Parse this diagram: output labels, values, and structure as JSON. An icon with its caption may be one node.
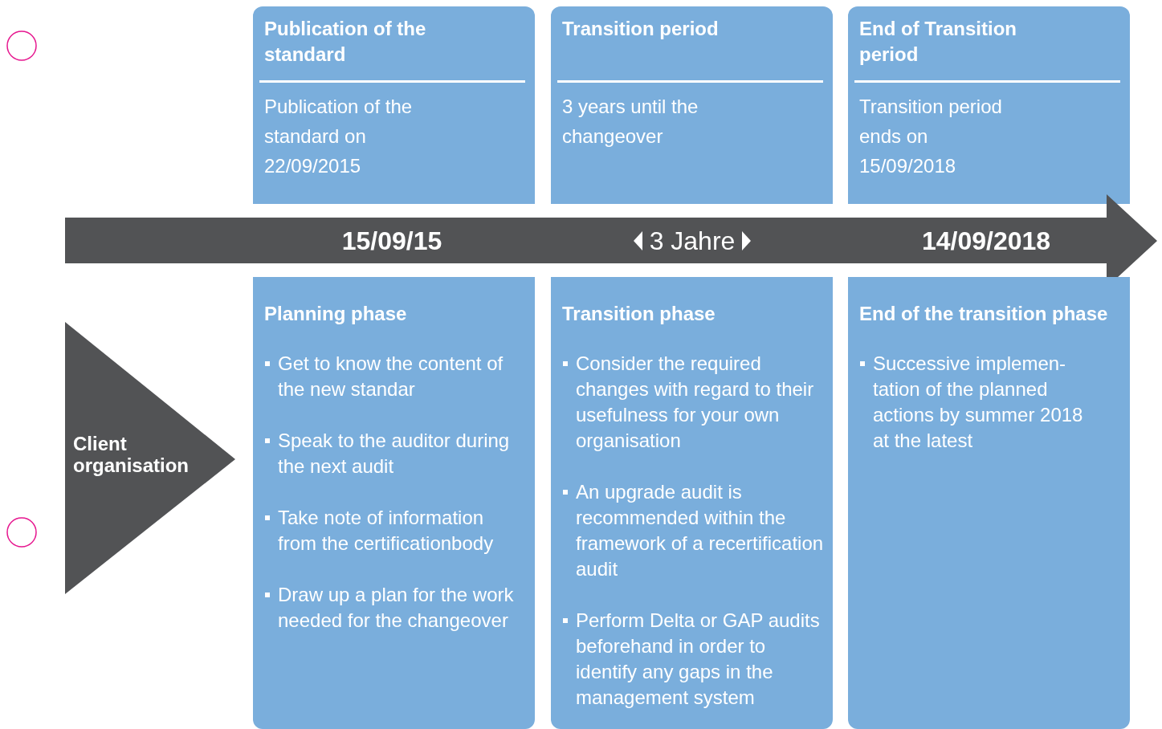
{
  "diagram": {
    "nodes": [
      {
        "text": [
          "Publication of the standard",
          "Publication of the standard on 22/09/2015"
        ]
      },
      {
        "text": [
          "Transition period",
          "3 years until the changeover"
        ]
      },
      {
        "text": [
          "End of Transition period",
          "Transition period ends on 15/09/2018"
        ]
      },
      {
        "text": [
          "15/09/15",
          "3 Jahre",
          "14/09/2018"
        ]
      },
      {
        "text": [
          "Client organisation"
        ]
      },
      {
        "text": [
          "Planning phase",
          "Get to know the content of the new standar",
          "Speak to the auditor during the next audit",
          "Take note of information from the certificationbody",
          "Draw up a plan for the work needed for the changeover"
        ]
      },
      {
        "text": [
          "Transition phase",
          "Consider the required changes with regard to their usefulness for your own organisation",
          "An upgrade audit is recommended within the framework of a recertification audit",
          "Perform Delta or GAP audits beforehand in order to identify any gaps in the management system"
        ]
      },
      {
        "text": [
          "End of the transition phase",
          "Successive implemen- tation of the planned actions by summer 2018 at the latest"
        ]
      }
    ]
  }
}
